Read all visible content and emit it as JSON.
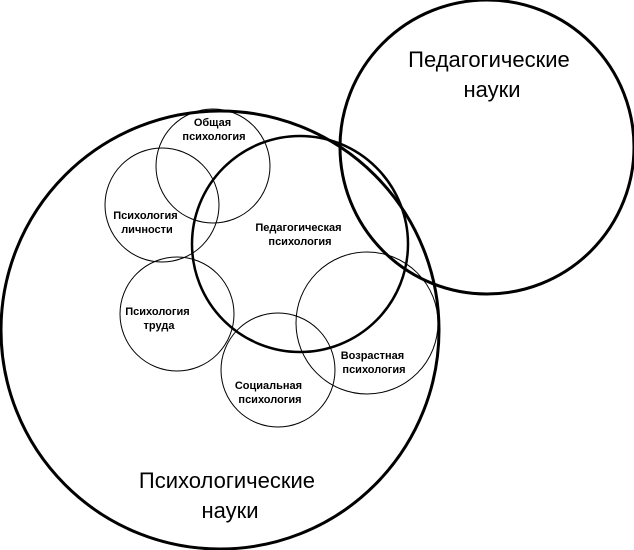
{
  "diagram": {
    "type": "venn",
    "sets": [
      {
        "id": "psych-sciences",
        "lines": [
          "Психологические",
          "науки"
        ]
      },
      {
        "id": "ped-sciences",
        "lines": [
          "Педагогические",
          "науки"
        ]
      },
      {
        "id": "ped-psych",
        "lines": [
          "Педагогическая",
          "психология"
        ]
      },
      {
        "id": "general-psych",
        "lines": [
          "Общая",
          "психология"
        ]
      },
      {
        "id": "personality-psych",
        "lines": [
          "Психология",
          "личности"
        ]
      },
      {
        "id": "labor-psych",
        "lines": [
          "Психология",
          "труда"
        ]
      },
      {
        "id": "social-psych",
        "lines": [
          "Социальная",
          "психология"
        ]
      },
      {
        "id": "age-psych",
        "lines": [
          "Возрастная",
          "психология"
        ]
      }
    ]
  }
}
